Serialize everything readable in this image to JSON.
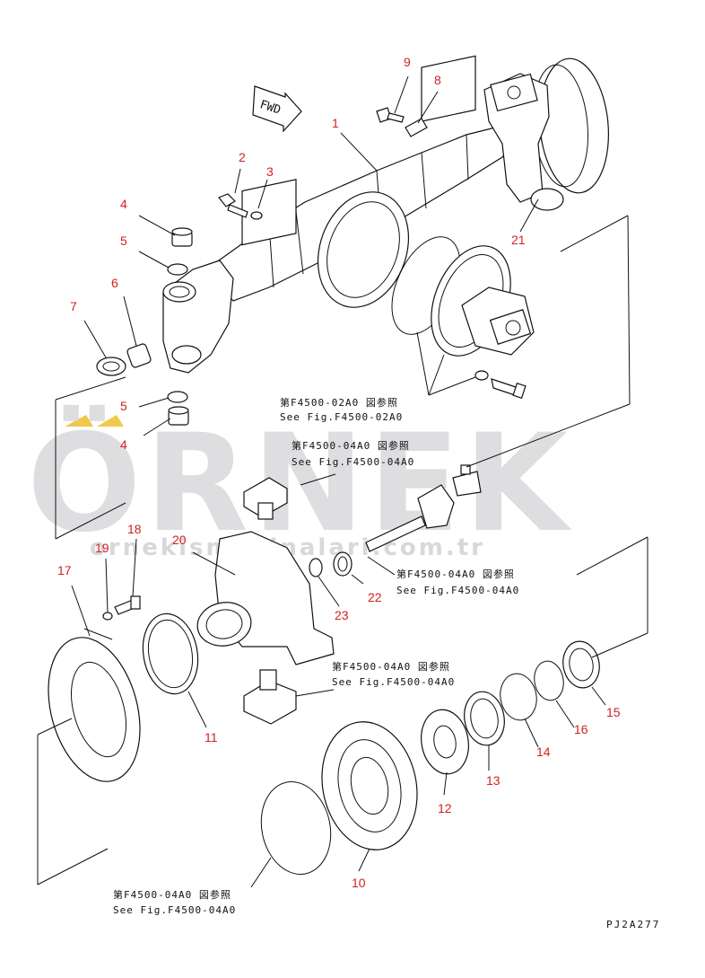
{
  "part_numbers": [
    {
      "id": "n1",
      "text": "1"
    },
    {
      "id": "n2",
      "text": "2"
    },
    {
      "id": "n3",
      "text": "3"
    },
    {
      "id": "n4a",
      "text": "4"
    },
    {
      "id": "n5a",
      "text": "5"
    },
    {
      "id": "n6",
      "text": "6"
    },
    {
      "id": "n7",
      "text": "7"
    },
    {
      "id": "n5b",
      "text": "5"
    },
    {
      "id": "n4b",
      "text": "4"
    },
    {
      "id": "n8",
      "text": "8"
    },
    {
      "id": "n9",
      "text": "9"
    },
    {
      "id": "n21",
      "text": "21"
    },
    {
      "id": "n18",
      "text": "18"
    },
    {
      "id": "n19",
      "text": "19"
    },
    {
      "id": "n17",
      "text": "17"
    },
    {
      "id": "n20",
      "text": "20"
    },
    {
      "id": "n22",
      "text": "22"
    },
    {
      "id": "n23",
      "text": "23"
    },
    {
      "id": "n11",
      "text": "11"
    },
    {
      "id": "n15",
      "text": "15"
    },
    {
      "id": "n16",
      "text": "16"
    },
    {
      "id": "n14",
      "text": "14"
    },
    {
      "id": "n13",
      "text": "13"
    },
    {
      "id": "n12",
      "text": "12"
    },
    {
      "id": "n10",
      "text": "10"
    }
  ],
  "references": [
    {
      "id": "ref1",
      "jp": "第F4500-02A0 図参照",
      "en": "See Fig.F4500-02A0"
    },
    {
      "id": "ref2",
      "jp": "第F4500-04A0 図参照",
      "en": "See Fig.F4500-04A0"
    },
    {
      "id": "ref3",
      "jp": "第F4500-04A0 図参照",
      "en": "See Fig.F4500-04A0"
    },
    {
      "id": "ref4",
      "jp": "第F4500-04A0 図参照",
      "en": "See Fig.F4500-04A0"
    },
    {
      "id": "ref5",
      "jp": "第F4500-04A0 図参照",
      "en": "See Fig.F4500-04A0"
    }
  ],
  "fwd_label": "FWD",
  "drawing_code": "PJ2A277",
  "watermark": {
    "brand": "ÖRNEK",
    "url": "ornekismakinalari.com.tr",
    "accent_color": "#f2c84b"
  },
  "colors": {
    "part_number": "#d42020",
    "line": "#111111"
  }
}
